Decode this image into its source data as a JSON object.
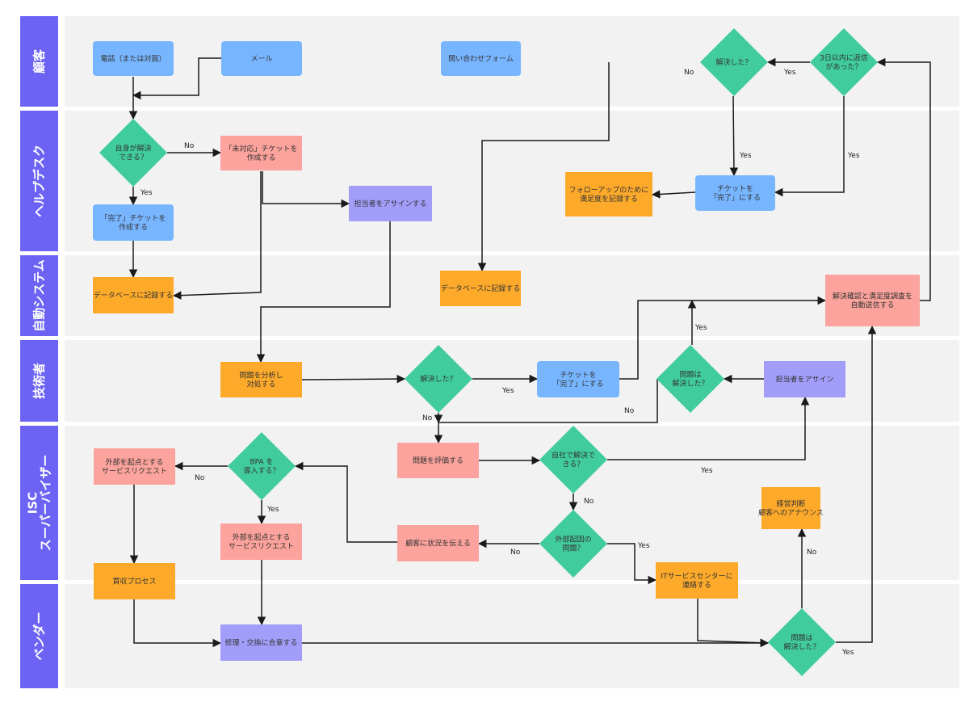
{
  "colors": {
    "lane_bg": "#f2f2f2",
    "lane_header": "#6c63f5",
    "blue": "#78b5ff",
    "green": "#40cc9c",
    "salmon": "#fba39c",
    "orange": "#fdaa2b",
    "purple": "#a39dfa",
    "line": "#1a1a1a"
  },
  "lanes": [
    {
      "id": "customer",
      "label": [
        "顧客"
      ]
    },
    {
      "id": "helpdesk",
      "label": [
        "ヘルプデスク"
      ]
    },
    {
      "id": "autosystem",
      "label": [
        "自動システム"
      ]
    },
    {
      "id": "engineer",
      "label": [
        "技術者"
      ]
    },
    {
      "id": "isc",
      "label": [
        "ISC",
        "スーパーバイザー"
      ]
    },
    {
      "id": "vendor",
      "label": [
        "ベンダー"
      ]
    }
  ],
  "nodes": {
    "phone": {
      "lines": [
        "電話（または対面）"
      ],
      "color": "blue"
    },
    "mail": {
      "lines": [
        "メール"
      ],
      "color": "blue"
    },
    "form": {
      "lines": [
        "問い合わせフォーム"
      ],
      "color": "blue"
    },
    "resolved_customer": {
      "lines": [
        "解決した？"
      ],
      "color": "green"
    },
    "reply3days": {
      "lines": [
        "3日以内に返信",
        "があった？"
      ],
      "color": "green"
    },
    "self_resolve": {
      "lines": [
        "自身が解決",
        "できる？"
      ],
      "color": "green"
    },
    "open_ticket": {
      "lines": [
        "「未対応」チケットを",
        "作成する"
      ],
      "color": "salmon"
    },
    "assign_hd": {
      "lines": [
        "担当者をアサインする"
      ],
      "color": "purple"
    },
    "done_ticket_create": {
      "lines": [
        "「完了」チケットを",
        "作成する"
      ],
      "color": "blue"
    },
    "followup": {
      "lines": [
        "フォローアップのために",
        "満足度を記録する"
      ],
      "color": "orange"
    },
    "close_ticket_hd": {
      "lines": [
        "チケットを",
        "「完了」にする"
      ],
      "color": "blue"
    },
    "db_record1": {
      "lines": [
        "データベースに記録する"
      ],
      "color": "orange"
    },
    "db_record2": {
      "lines": [
        "データベースに記録する"
      ],
      "color": "orange"
    },
    "auto_send": {
      "lines": [
        "解決確認と満足度調査を",
        "自動送信する"
      ],
      "color": "salmon"
    },
    "analyze": {
      "lines": [
        "問題を分析し",
        "対処する"
      ],
      "color": "orange"
    },
    "resolved_eng": {
      "lines": [
        "解決した？"
      ],
      "color": "green"
    },
    "close_ticket_eng": {
      "lines": [
        "チケットを",
        "「完了」にする"
      ],
      "color": "blue"
    },
    "issue_resolved_eng": {
      "lines": [
        "問題は",
        "解決した？"
      ],
      "color": "green"
    },
    "assign_eng": {
      "lines": [
        "担当者をアサイン"
      ],
      "color": "purple"
    },
    "external_req1": {
      "lines": [
        "外部を起点とする",
        "サービスリクエスト"
      ],
      "color": "salmon"
    },
    "bpa": {
      "lines": [
        "BPA を",
        "導入する？"
      ],
      "color": "green"
    },
    "evaluate": {
      "lines": [
        "問題を評価する"
      ],
      "color": "salmon"
    },
    "inhouse": {
      "lines": [
        "自社で解決で",
        "きる？"
      ],
      "color": "green"
    },
    "mgmt": {
      "lines": [
        "経営判断",
        "顧客へのアナウンス"
      ],
      "color": "orange"
    },
    "external_req2": {
      "lines": [
        "外部を起点とする",
        "サービスリクエスト"
      ],
      "color": "salmon"
    },
    "notify_customer": {
      "lines": [
        "顧客に状況を伝える"
      ],
      "color": "salmon"
    },
    "external_cause": {
      "lines": [
        "外部起因の",
        "問題？"
      ],
      "color": "green"
    },
    "it_center": {
      "lines": [
        "ITサービスセンターに",
        "連絡する"
      ],
      "color": "orange"
    },
    "purchase": {
      "lines": [
        "買収プロセス"
      ],
      "color": "orange"
    },
    "repair": {
      "lines": [
        "修理・交換に合意する"
      ],
      "color": "purple"
    },
    "resolved_vendor": {
      "lines": [
        "問題は",
        "解決した？"
      ],
      "color": "green"
    }
  },
  "edge_labels": {
    "yes": "Yes",
    "no": "No"
  }
}
